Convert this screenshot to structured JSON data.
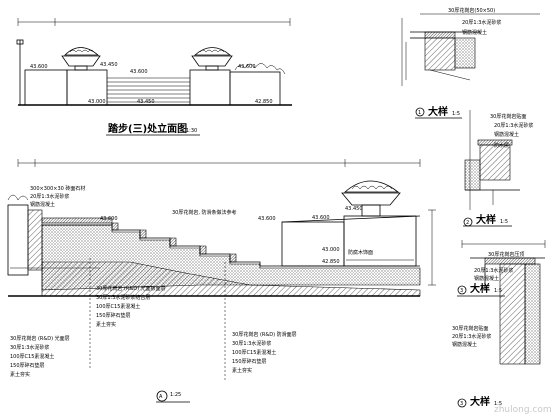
{
  "elevation_view": {
    "title": "踏步(三)处立面图",
    "scale": "1:30",
    "elevations": [
      "43.600",
      "43.450",
      "43.600",
      "43.600",
      "43.000",
      "43.450",
      "42.850"
    ]
  },
  "section_view": {
    "number": "A",
    "scale": "1:25",
    "elevations": [
      "43.600",
      "43.600",
      "43.450",
      "43.600",
      "43.000",
      "42.850"
    ],
    "top_left_notes": [
      "300×300×30 砖面石材",
      "20厚1:3水泥砂浆",
      "钢筋混凝土"
    ],
    "step_note": "30厚花岗岩, 防滑条做法参考",
    "wall_note": "防腐木饰面",
    "bottom_notes": [
      "30厚花岗岩 (R&D) 光面板面层",
      "30厚1:3水泥砂浆结合层",
      "100厚C15素混凝土",
      "150厚碎石垫层",
      "素土夯实"
    ],
    "bottom_notes_2": [
      "30厚花岗岩 (R&D) 光面层",
      "30厚1:3水泥砂浆",
      "100厚C15素混凝土",
      "150厚碎石垫层",
      "素土夯实"
    ],
    "right_notes": [
      "30厚花岗岩 (R&D) 防滑面层",
      "30厚1:3水泥砂浆",
      "100厚C15素混凝土",
      "150厚碎石垫层",
      "素土夯实"
    ]
  },
  "detail_1": {
    "title": "大样",
    "number": "1",
    "scale": "1:5",
    "notes": [
      "30厚花岗岩(50×50)",
      "20厚1:3水泥砂浆",
      "钢筋混凝土"
    ]
  },
  "detail_2": {
    "title": "大样",
    "number": "2",
    "scale": "1:5",
    "notes": [
      "30厚花岗岩贴面",
      "20厚1:3水泥砂浆",
      "钢筋混凝土",
      "防水层"
    ]
  },
  "detail_3": {
    "title": "大样",
    "number": "3",
    "scale": "1:5",
    "notes": [
      "30厚花岗岩压顶",
      "20厚1:3水泥砂浆",
      "钢筋混凝土"
    ],
    "bottom_notes": [
      "30厚花岗岩贴面",
      "20厚1:3水泥砂浆",
      "钢筋混凝土"
    ]
  },
  "watermark": "zhulong.com"
}
